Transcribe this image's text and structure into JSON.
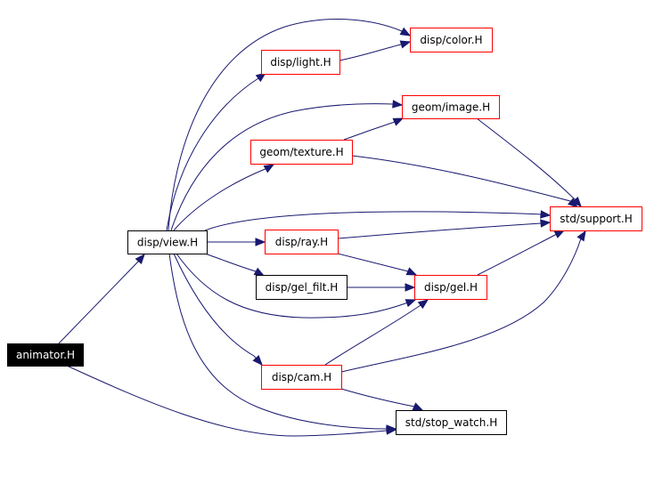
{
  "diagram": {
    "type": "include-dependency-graph",
    "colors": {
      "edge": "#191970",
      "root_fill": "#000000",
      "root_text": "#ffffff",
      "node_border_default": "#000000",
      "node_border_truncated": "#ff0000",
      "node_fill": "#ffffff",
      "node_text": "#000000"
    },
    "nodes": [
      {
        "id": "animator",
        "label": "animator.H",
        "style": "root"
      },
      {
        "id": "view",
        "label": "disp/view.H",
        "style": "default"
      },
      {
        "id": "light",
        "label": "disp/light.H",
        "style": "truncated"
      },
      {
        "id": "color",
        "label": "disp/color.H",
        "style": "truncated"
      },
      {
        "id": "image",
        "label": "geom/image.H",
        "style": "truncated"
      },
      {
        "id": "texture",
        "label": "geom/texture.H",
        "style": "truncated"
      },
      {
        "id": "support",
        "label": "std/support.H",
        "style": "truncated"
      },
      {
        "id": "ray",
        "label": "disp/ray.H",
        "style": "truncated"
      },
      {
        "id": "gel_filt",
        "label": "disp/gel_filt.H",
        "style": "default"
      },
      {
        "id": "gel",
        "label": "disp/gel.H",
        "style": "truncated"
      },
      {
        "id": "cam",
        "label": "disp/cam.H",
        "style": "truncated"
      },
      {
        "id": "stop_watch",
        "label": "std/stop_watch.H",
        "style": "default"
      }
    ],
    "edges": [
      {
        "from": "animator",
        "to": "view"
      },
      {
        "from": "animator",
        "to": "stop_watch"
      },
      {
        "from": "view",
        "to": "color"
      },
      {
        "from": "view",
        "to": "light"
      },
      {
        "from": "view",
        "to": "image"
      },
      {
        "from": "view",
        "to": "texture"
      },
      {
        "from": "view",
        "to": "support"
      },
      {
        "from": "view",
        "to": "ray"
      },
      {
        "from": "view",
        "to": "gel_filt"
      },
      {
        "from": "view",
        "to": "gel"
      },
      {
        "from": "view",
        "to": "cam"
      },
      {
        "from": "view",
        "to": "stop_watch"
      },
      {
        "from": "light",
        "to": "color"
      },
      {
        "from": "texture",
        "to": "image"
      },
      {
        "from": "texture",
        "to": "support"
      },
      {
        "from": "image",
        "to": "support"
      },
      {
        "from": "ray",
        "to": "support"
      },
      {
        "from": "ray",
        "to": "gel"
      },
      {
        "from": "gel_filt",
        "to": "gel"
      },
      {
        "from": "gel",
        "to": "support"
      },
      {
        "from": "cam",
        "to": "gel"
      },
      {
        "from": "cam",
        "to": "support"
      },
      {
        "from": "cam",
        "to": "stop_watch"
      }
    ]
  }
}
